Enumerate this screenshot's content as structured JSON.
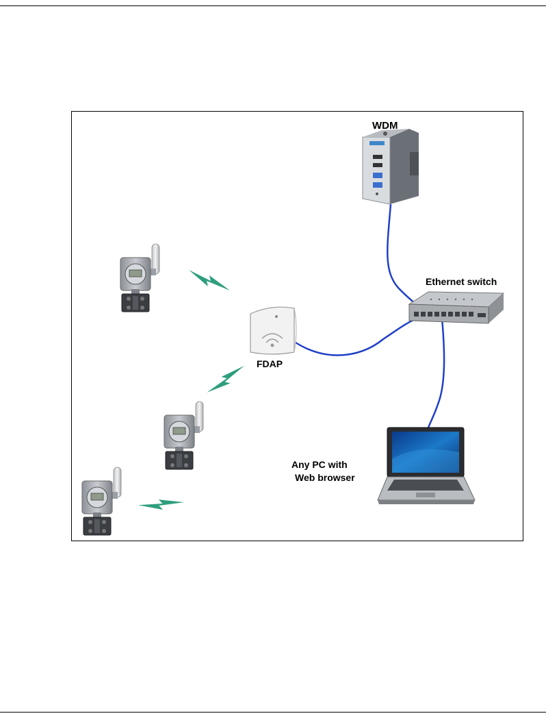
{
  "diagram": {
    "labels": {
      "wdm": "WDM",
      "ethernet_switch": "Ethernet switch",
      "fdap": "FDAP",
      "pc_line1": "Any PC with",
      "pc_line2": "Web browser"
    },
    "colors": {
      "cable": "#1f3fc7",
      "wireless": "#2e9e7e",
      "frame": "#000000",
      "transmitter_body": "#a9adb4",
      "antenna": "#dcdcdc"
    }
  }
}
